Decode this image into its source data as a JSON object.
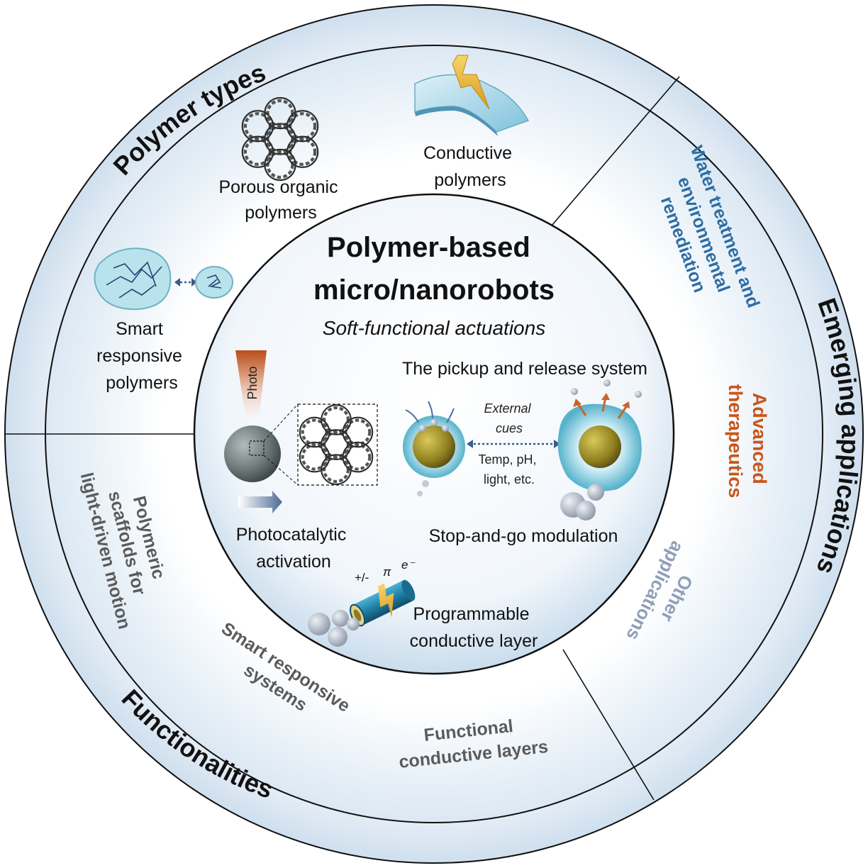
{
  "center": {
    "title_line1": "Polymer-based",
    "title_line2": "micro/nanorobots",
    "subtitle": "Soft-functional actuations"
  },
  "sectors": {
    "polymer_types": "Polymer types",
    "functionalities": "Functionalities",
    "emerging_applications": "Emerging applications"
  },
  "polymer_types": {
    "porous": [
      "Porous organic",
      "polymers"
    ],
    "conductive": [
      "Conductive",
      "polymers"
    ],
    "smart": [
      "Smart",
      "responsive",
      "polymers"
    ]
  },
  "functionalities": {
    "scaffolds": [
      "Polymeric",
      "scaffolds for",
      "light-driven motion"
    ],
    "smart_systems": [
      "Smart responsive",
      "systems"
    ],
    "conductive_layers": [
      "Functional",
      "conductive layers"
    ]
  },
  "applications": {
    "water": [
      "Water treatment and",
      "environmental",
      "remediation"
    ],
    "therapeutics": [
      "Advanced",
      "therapeutics"
    ],
    "other": [
      "Other",
      "applications"
    ]
  },
  "inner": {
    "photo_label": "Photo",
    "photocatalytic": [
      "Photocatalytic",
      "activation"
    ],
    "pickup_title": "The pickup and release system",
    "external_cues": [
      "External",
      "cues"
    ],
    "cue_examples": [
      "Temp, pH,",
      "light, etc."
    ],
    "stop_and_go": "Stop-and-go modulation",
    "programmable": [
      "Programmable",
      "conductive layer"
    ],
    "charge_symbols": [
      "+/-",
      "π",
      "e⁻"
    ]
  },
  "colors": {
    "water_blue": "#2e6da4",
    "therapeutics_orange": "#c8561b",
    "other_gray": "#8f9fb7",
    "function_gray": "#5b5b5b"
  }
}
